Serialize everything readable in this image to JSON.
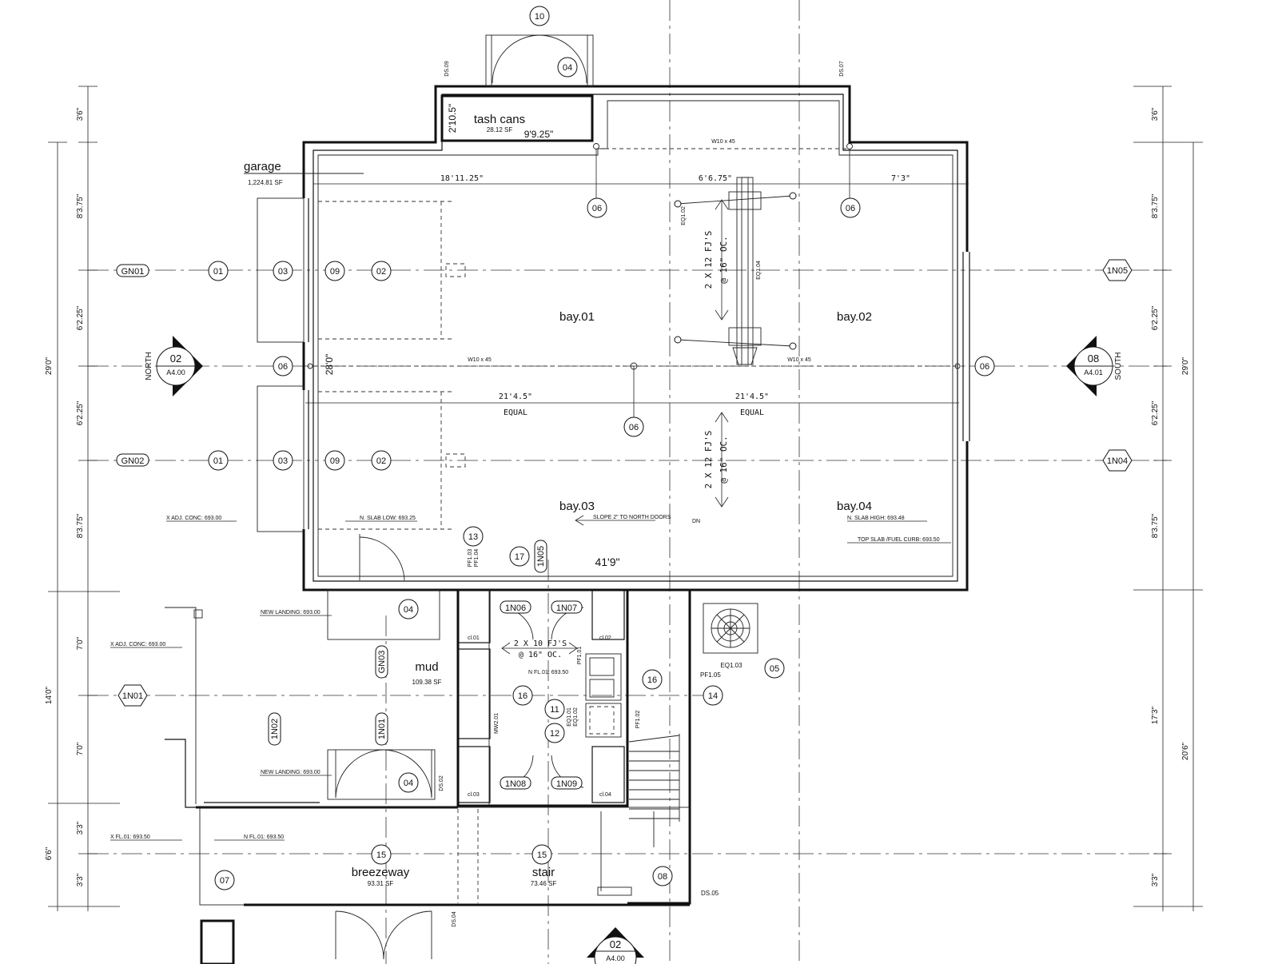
{
  "rooms": {
    "garage": "garage",
    "garage_area": "1,224.81 SF",
    "tash": "tash cans",
    "tash_area": "28.12 SF",
    "tash_w": "9'9.25\"",
    "tash_h": "2'10.5\"",
    "bay1": "bay.01",
    "bay2": "bay.02",
    "bay3": "bay.03",
    "bay4": "bay.04",
    "mud": "mud",
    "mud_area": "109.38 SF",
    "breezeway": "breezeway",
    "breezeway_area": "93.31 SF",
    "stair": "stair",
    "stair_area": "73.46 SF"
  },
  "dims": {
    "top_a": "18'11.25\"",
    "top_b": "6'6.75\"",
    "top_c": "7'3\"",
    "mid_a": "21'4.5\"",
    "mid_b": "21'4.5\"",
    "equal": "EQUAL",
    "overall": "41'9\"",
    "door_h": "28'0\"",
    "left": [
      "3'6\"",
      "8'3.75\"",
      "6'2.25\"",
      "6'2.25\"",
      "8'3.75\"",
      "7'0\"",
      "7'0\"",
      "3'3\"",
      "3'3\""
    ],
    "left_tot": [
      "29'0\"",
      "14'0\"",
      "6'6\""
    ],
    "right": [
      "3'6\"",
      "8'3.75\"",
      "6'2.25\"",
      "6'2.25\"",
      "8'3.75\"",
      "17'3\"",
      "3'3\""
    ],
    "right_tot": [
      "29'0\"",
      "20'6\""
    ]
  },
  "notes": {
    "beam1": "W10 x 45",
    "joist1": "2 X 12 FJ'S",
    "joist_oc": "@ 16\" OC.",
    "joist2": "2 X 10 FJ'S",
    "xadj1": "X ADJ. CONC: 693.00",
    "nslab_low": "N. SLAB LOW: 693.25",
    "slope": "SLOPE 2\" TO NORTH DOORS",
    "dn": "DN",
    "nslab_high": "N. SLAB HIGH: 693.48",
    "topslab": "TOP SLAB /FUEL CURB: 693.50",
    "landing": "NEW LANDING: 693.00",
    "xadj2": "X ADJ. CONC: 693.00",
    "nfl_mud": "N FL.01: 693.50",
    "xfl": "X FL.01: 693.50",
    "nfl_bw": "N FL.01: 693.50",
    "north": "NORTH",
    "south": "SOUTH"
  },
  "tags": {
    "eq102": "EQ1.02",
    "eq104": "EQ1.04",
    "eq103": "EQ1.03",
    "eq101": "EQ1.01",
    "eq1_02b": "EQ1.02",
    "pf103": "PF1.03",
    "pf104": "PF1.04",
    "pf105": "PF1.05",
    "pf101": "PF1.01",
    "pf102": "PF1.02",
    "mw201": "MW2.01",
    "ds09": "DS.09",
    "ds07": "DS.07",
    "ds02": "DS.02",
    "ds04": "DS.04",
    "ds05": "DS.05",
    "cl01": "cl.01",
    "cl02": "cl.02",
    "cl03": "cl.03",
    "cl04": "cl.04"
  },
  "grid": {
    "gn01": "GN01",
    "gn02": "GN02",
    "gn03": "GN03",
    "n01h": "1N01",
    "n02v": "1N02",
    "n01v": "1N01",
    "n05": "1N05",
    "n04": "1N04",
    "n05v": "1N05",
    "n06": "1N06",
    "n07": "1N07",
    "n08": "1N08",
    "n09": "1N09"
  },
  "sections": {
    "north_num": "02",
    "north_sheet": "A4.00",
    "south_num": "08",
    "south_sheet": "A4.01",
    "bottom_num": "02",
    "bottom_sheet": "A4.00"
  },
  "keys": {
    "k10": "10",
    "k04": "04",
    "k06": "06",
    "k01": "01",
    "k03": "03",
    "k09": "09",
    "k02": "02",
    "k13": "13",
    "k17": "17",
    "k05": "05",
    "k14": "14",
    "k16": "16",
    "k11": "11",
    "k12": "12",
    "k15": "15",
    "k07": "07",
    "k08": "08"
  }
}
